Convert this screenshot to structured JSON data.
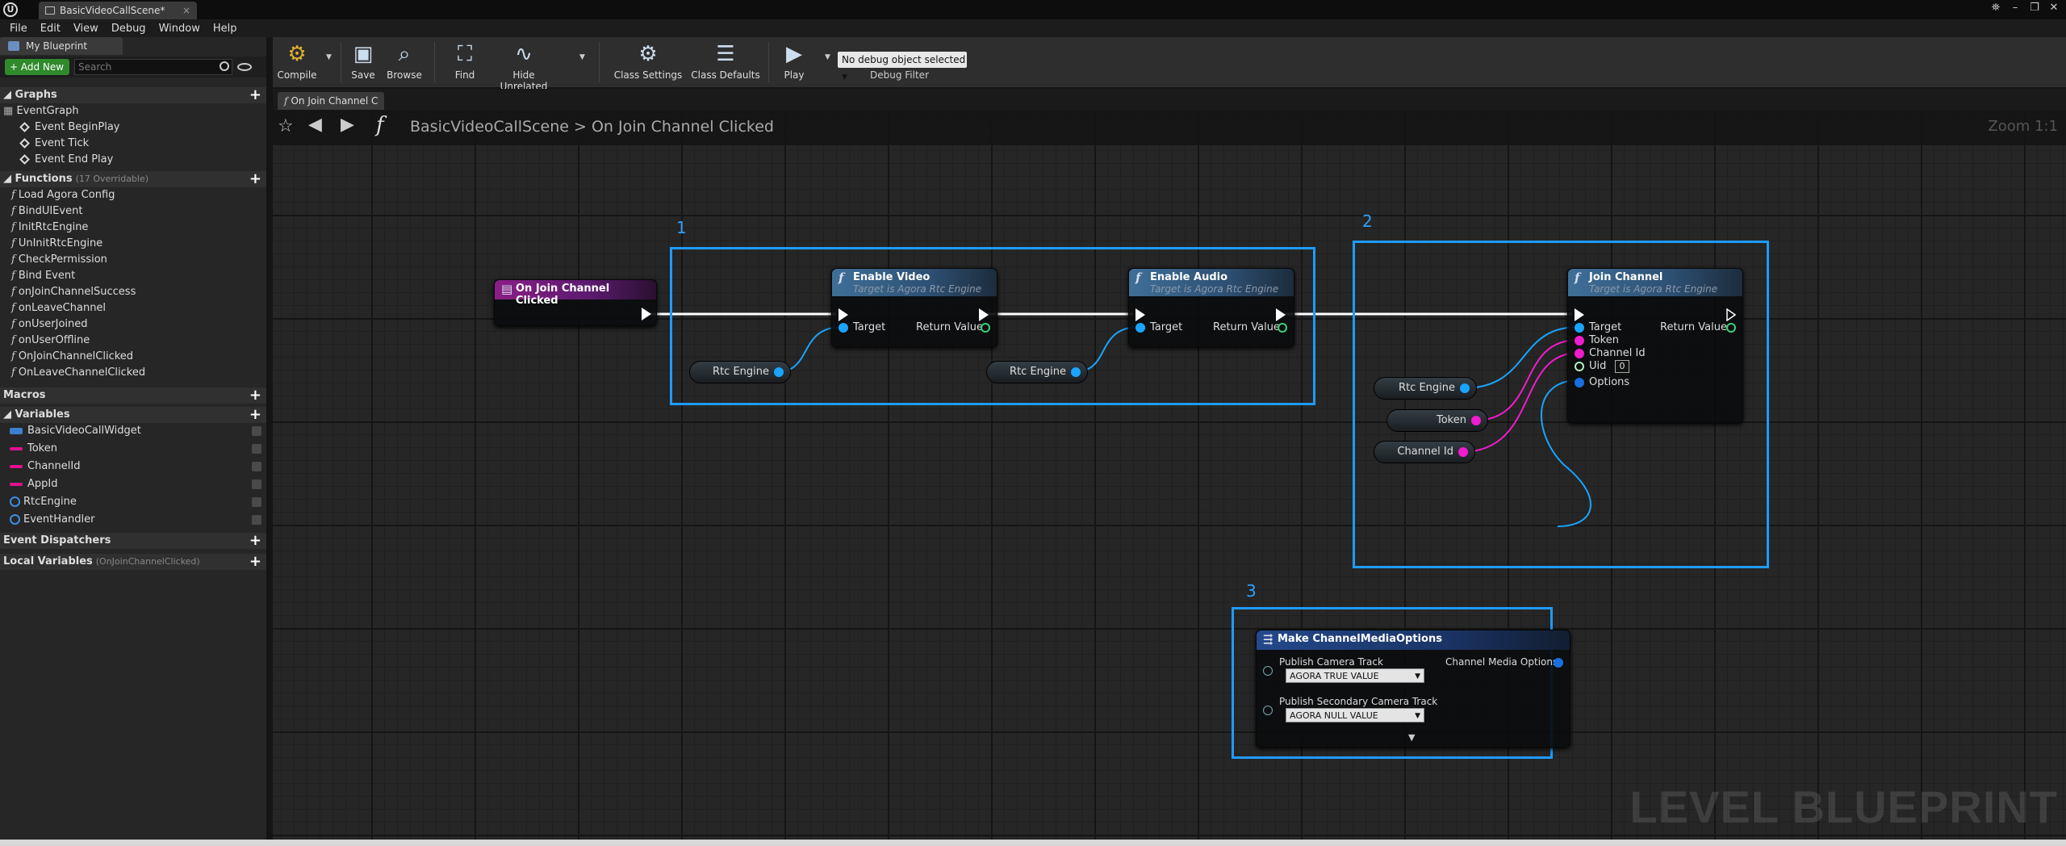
{
  "window": {
    "tab_title": "BasicVideoCallScene*"
  },
  "menu": [
    "File",
    "Edit",
    "View",
    "Debug",
    "Window",
    "Help"
  ],
  "left_panel": {
    "tab": "My Blueprint",
    "add_new": "+ Add New",
    "search_placeholder": "Search",
    "graphs": {
      "title": "Graphs",
      "root": "EventGraph",
      "events": [
        "Event BeginPlay",
        "Event Tick",
        "Event End Play"
      ]
    },
    "functions": {
      "title": "Functions",
      "sub": "(17 Overridable)",
      "items": [
        "Load Agora Config",
        "BindUIEvent",
        "InitRtcEngine",
        "UnInitRtcEngine",
        "CheckPermission",
        "Bind Event",
        "onJoinChannelSuccess",
        "onLeaveChannel",
        "onUserJoined",
        "onUserOffline",
        "OnJoinChannelClicked",
        "OnLeaveChannelClicked"
      ]
    },
    "macros": {
      "title": "Macros"
    },
    "variables": {
      "title": "Variables",
      "items": [
        {
          "name": "BasicVideoCallWidget",
          "color": "#3b7fd0"
        },
        {
          "name": "Token",
          "color": "#e0128f"
        },
        {
          "name": "ChannelId",
          "color": "#e0128f"
        },
        {
          "name": "AppId",
          "color": "#e0128f"
        },
        {
          "name": "RtcEngine",
          "color": "#3a8fe0"
        },
        {
          "name": "EventHandler",
          "color": "#3a8fe0"
        }
      ]
    },
    "event_dispatchers": "Event Dispatchers",
    "local_variables": {
      "title": "Local Variables",
      "sub": "(OnJoinChannelClicked)"
    }
  },
  "toolbar": {
    "compile": "Compile",
    "save": "Save",
    "browse": "Browse",
    "find": "Find",
    "hide_unrelated": "Hide Unrelated",
    "class_settings": "Class Settings",
    "class_defaults": "Class Defaults",
    "play": "Play",
    "debug_select": "No debug object selected",
    "debug_filter": "Debug Filter"
  },
  "graph_tab": "On Join Channel C",
  "breadcrumb": {
    "root": "BasicVideoCallScene",
    "sep": ">",
    "current": "On Join Channel Clicked",
    "zoom": "Zoom 1:1"
  },
  "watermark": "LEVEL BLUEPRINT",
  "groups": [
    {
      "number": "1"
    },
    {
      "number": "2"
    },
    {
      "number": "3"
    }
  ],
  "nodes": {
    "event": {
      "title": "On Join Channel Clicked"
    },
    "enable_video": {
      "title": "Enable Video",
      "subtitle": "Target is Agora Rtc Engine",
      "target": "Target",
      "ret": "Return Value"
    },
    "enable_audio": {
      "title": "Enable Audio",
      "subtitle": "Target is Agora Rtc Engine",
      "target": "Target",
      "ret": "Return Value"
    },
    "join_channel": {
      "title": "Join Channel",
      "subtitle": "Target is Agora Rtc Engine",
      "target": "Target",
      "token": "Token",
      "channel_id": "Channel Id",
      "uid": "Uid",
      "uid_value": "0",
      "options": "Options",
      "ret": "Return Value"
    },
    "make_options": {
      "title": "Make ChannelMediaOptions",
      "camera": "Publish Camera Track",
      "camera_value": "AGORA TRUE VALUE",
      "secondary": "Publish Secondary Camera Track",
      "secondary_value": "AGORA NULL VALUE",
      "out": "Channel Media Options"
    }
  },
  "getters": {
    "rtc1": "Rtc Engine",
    "rtc2": "Rtc Engine",
    "rtc3": "Rtc Engine",
    "token": "Token",
    "channel_id": "Channel Id"
  },
  "colors": {
    "object_pin": "#1aa4ff",
    "string_pin": "#f01ccd",
    "exec": "#ffffff",
    "comment_box": "#1e9bff",
    "bool_pin": "#3ad07a"
  }
}
